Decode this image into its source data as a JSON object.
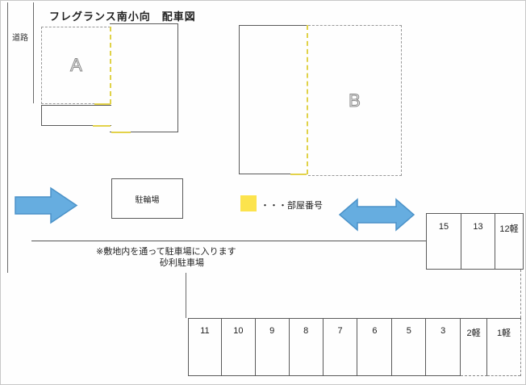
{
  "page": {
    "title": "フレグランス南小向　配車図",
    "road_label": "道路",
    "note_line1": "※敷地内を通って駐車場に入ります",
    "note_line2": "砂利駐車場"
  },
  "buildings": {
    "a_label": "A",
    "b_label": "B"
  },
  "facilities": {
    "bicycle_parking_label": "駐輪場"
  },
  "legend": {
    "label": "・・・部屋番号",
    "swatch_color": "#FCE34D",
    "meaning": "room-number boundary highlight"
  },
  "colors": {
    "line": "#5A5A5A",
    "dashed_line": "#8A8A8A",
    "highlight_yellow": "#E3D24A",
    "arrow_fill": "#66ADE0",
    "arrow_stroke": "#4B92C8"
  },
  "parking": {
    "right_group": [
      "15",
      "13",
      "12軽"
    ],
    "bottom_row": [
      "11",
      "10",
      "9",
      "8",
      "7",
      "6",
      "5",
      "3",
      "2軽",
      "1軽"
    ]
  }
}
